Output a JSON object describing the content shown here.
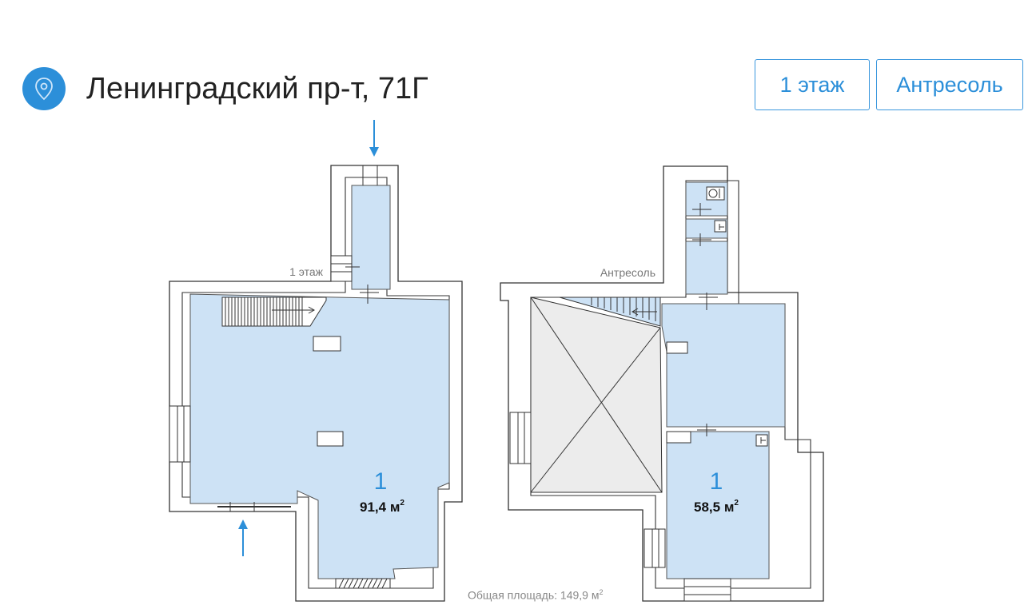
{
  "header": {
    "address": "Ленинградский пр-т, 71Г",
    "pin_icon": "location-pin-icon",
    "accent_color": "#2c8fd9"
  },
  "floor_tabs": [
    {
      "label": "1 этаж"
    },
    {
      "label": "Антресоль"
    }
  ],
  "plans": [
    {
      "label": "1 этаж",
      "room_number": "1",
      "room_area": "91,4 м",
      "area_unit_sup": "2"
    },
    {
      "label": "Антресоль",
      "room_number": "1",
      "room_area": "58,5 м",
      "area_unit_sup": "2"
    }
  ],
  "total_area": {
    "text": "Общая площадь: 149,9 м",
    "sup": "2"
  },
  "colors": {
    "room_fill": "#cde2f5",
    "wall": "#333333",
    "arrow": "#2c8fd9"
  }
}
